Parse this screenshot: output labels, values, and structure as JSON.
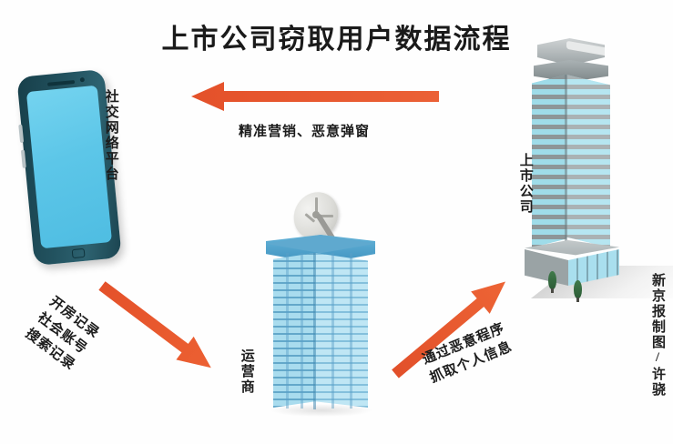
{
  "title": "上市公司窃取用户数据流程",
  "nodes": {
    "phone": {
      "label": "社交网络平台",
      "name": "social-network-platform"
    },
    "operator": {
      "label": "运营商",
      "name": "telecom-operator"
    },
    "company": {
      "label": "上市公司",
      "name": "listed-company"
    }
  },
  "flows": {
    "top": {
      "label": "精准营销、恶意弹窗",
      "direction": "right-to-left",
      "from": "listed-company",
      "to": "social-network-platform"
    },
    "bottom_left": {
      "line1": "开房记录",
      "line2": "社会账号",
      "line3": "搜索记录",
      "direction": "down-right",
      "from": "social-network-platform",
      "to": "telecom-operator"
    },
    "bottom_right": {
      "line1": "通过恶意程序",
      "line2": "抓取个人信息",
      "direction": "up-right",
      "from": "telecom-operator",
      "to": "listed-company"
    }
  },
  "credit": "新京报制图/许骁",
  "colors": {
    "arrow": "#e4512a",
    "title": "#1a1a1a",
    "phone_body": "#1e4a55",
    "phone_screen": "#5fc8e8",
    "operator_building": "#a9dcee",
    "skyscraper": "#9aa3a5",
    "background": "#ffffff"
  }
}
